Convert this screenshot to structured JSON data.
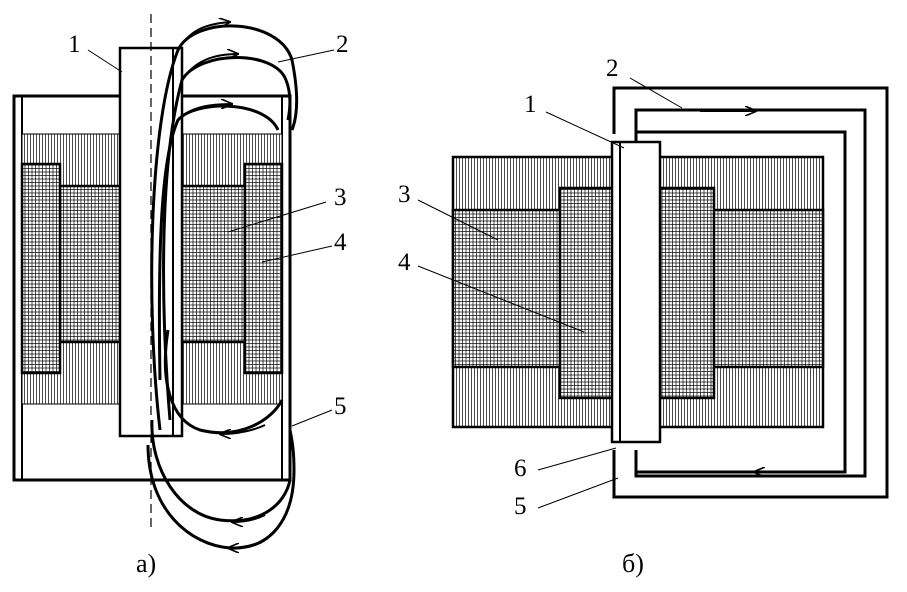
{
  "figures": {
    "a": {
      "caption": "а)",
      "labels": [
        "1",
        "2",
        "3",
        "4",
        "5"
      ]
    },
    "b": {
      "caption": "б)",
      "labels": [
        "1",
        "2",
        "3",
        "4",
        "5",
        "6"
      ]
    }
  },
  "colors": {
    "line": "#000000",
    "background": "#ffffff"
  }
}
